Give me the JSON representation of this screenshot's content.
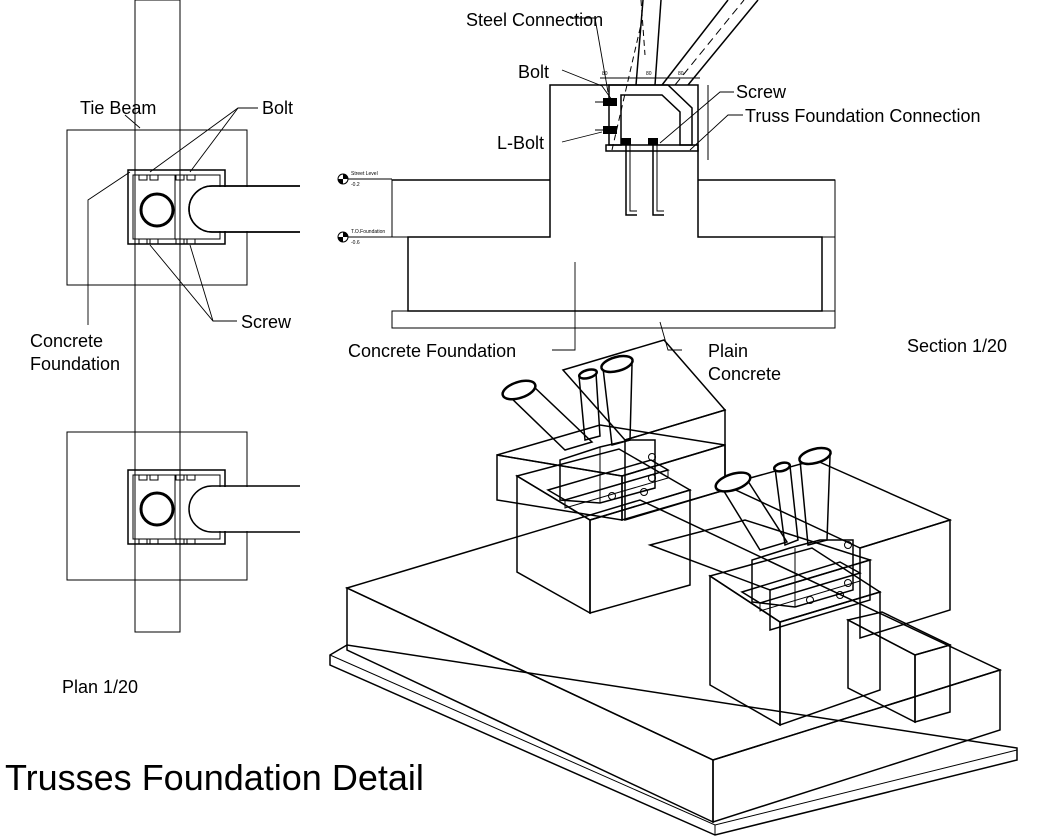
{
  "title": "Trusses Foundation Detail",
  "plan": {
    "caption": "Plan 1/20",
    "labels": {
      "tie_beam": "Tie Beam",
      "bolt": "Bolt",
      "screw": "Screw",
      "concrete_foundation_line1": "Concrete",
      "concrete_foundation_line2": "Foundation"
    }
  },
  "section": {
    "caption": "Section 1/20",
    "labels": {
      "steel_connection": "Steel Connection",
      "bolt": "Bolt",
      "screw": "Screw",
      "truss_foundation_connection": "Truss Foundation Connection",
      "l_bolt": "L-Bolt",
      "concrete_foundation": "Concrete Foundation",
      "plain_concrete_line1": "Plain",
      "plain_concrete_line2": "Concrete"
    },
    "levels": {
      "street_level_name": "Street Level",
      "street_level_value": "-0.2",
      "tof_name": "T.O.Foundation",
      "tof_value": "-0.6"
    }
  },
  "colors": {
    "line": "#000000",
    "background": "#ffffff"
  }
}
